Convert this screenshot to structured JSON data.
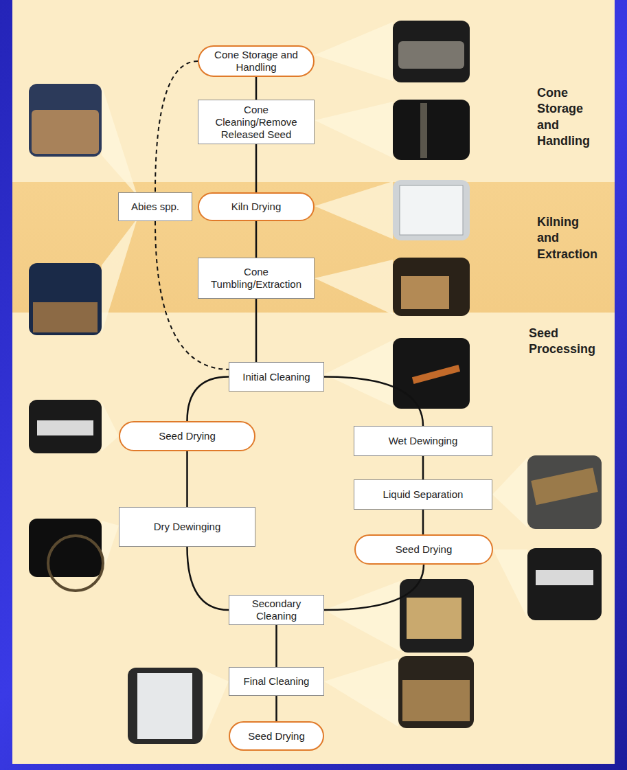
{
  "diagram": {
    "nodes": [
      {
        "text": [
          "Cone Storage and Handling"
        ]
      },
      {
        "text": [
          "Cone Cleaning/Remove Released Seed"
        ]
      },
      {
        "text": [
          "Kiln Drying"
        ]
      },
      {
        "text": [
          "Cone Tumbling/Extraction"
        ]
      },
      {
        "text": [
          "Abies spp."
        ]
      },
      {
        "text": [
          "Initial Cleaning"
        ]
      },
      {
        "text": [
          "Seed Drying"
        ]
      },
      {
        "text": [
          "Wet Dewinging"
        ]
      },
      {
        "text": [
          "Liquid Separation"
        ]
      },
      {
        "text": [
          "Dry Dewinging"
        ]
      },
      {
        "text": [
          "Seed Drying"
        ]
      },
      {
        "text": [
          "Secondary Cleaning"
        ]
      },
      {
        "text": [
          "Final Cleaning"
        ]
      },
      {
        "text": [
          "Seed Drying"
        ]
      }
    ],
    "edges": [
      {
        "from": 0,
        "to": 1,
        "arrow": "none"
      },
      {
        "from": 1,
        "to": 2,
        "arrow": "none"
      },
      {
        "from": 2,
        "to": 3,
        "arrow": "none"
      },
      {
        "from": 3,
        "to": 5,
        "arrow": "none"
      },
      {
        "from": 0,
        "to": 4,
        "arrow": "none"
      },
      {
        "from": 4,
        "to": 5,
        "arrow": "none"
      },
      {
        "from": 5,
        "to": 6,
        "arrow": "none"
      },
      {
        "from": 6,
        "to": 9,
        "arrow": "none"
      },
      {
        "from": 9,
        "to": 11,
        "arrow": "none"
      },
      {
        "from": 5,
        "to": 7,
        "arrow": "none"
      },
      {
        "from": 7,
        "to": 8,
        "arrow": "none"
      },
      {
        "from": 8,
        "to": 10,
        "arrow": "none"
      },
      {
        "from": 10,
        "to": 11,
        "arrow": "none"
      },
      {
        "from": 11,
        "to": 12,
        "arrow": "none"
      },
      {
        "from": 12,
        "to": 13,
        "arrow": "none"
      }
    ],
    "labels": [
      "Cone Storage and Handling",
      "Kilning and Extraction",
      "Seed Processing"
    ]
  }
}
